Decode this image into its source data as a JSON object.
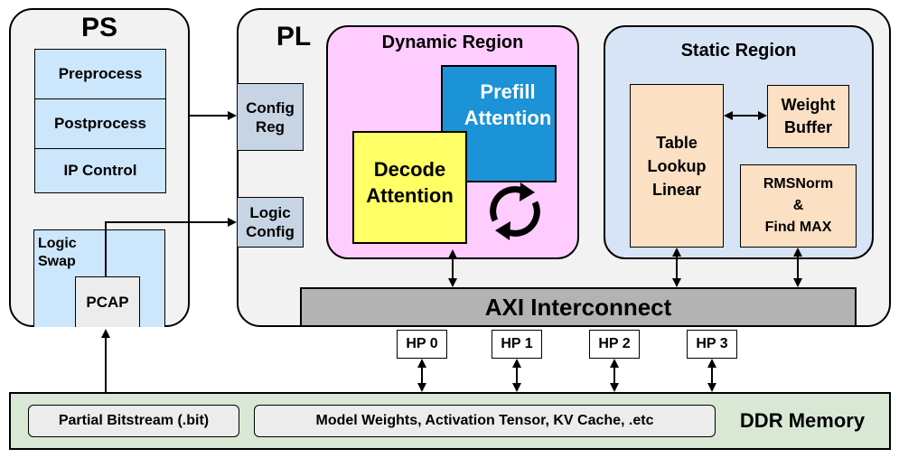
{
  "ps": {
    "title": "PS",
    "blocks": [
      "Preprocess",
      "Postprocess",
      "IP Control"
    ],
    "logic_swap": "Logic\nSwap",
    "pcap": "PCAP"
  },
  "pl": {
    "title": "PL",
    "config_reg": "Config\nReg",
    "logic_config": "Logic\nConfig"
  },
  "dynamic": {
    "title": "Dynamic Region",
    "prefill": "Prefill\nAttention",
    "decode": "Decode\nAttention"
  },
  "static": {
    "title": "Static Region",
    "table_lookup": "Table\nLookup\nLinear",
    "weight_buffer": "Weight\nBuffer",
    "rmsnorm": "RMSNorm\n&\nFind MAX"
  },
  "axi": {
    "label": "AXI Interconnect"
  },
  "hp_ports": [
    "HP 0",
    "HP 1",
    "HP 2",
    "HP 3"
  ],
  "ddr": {
    "label": "DDR Memory",
    "bitstream": "Partial Bitstream (.bit)",
    "model_data": "Model Weights, Activation Tensor, KV Cache, .etc"
  },
  "colors": {
    "ps_block": "#cce6fb",
    "pl_bg": "#f2f2f2",
    "dynamic_bg": "#ffccff",
    "static_bg": "#d6e4f5",
    "prefill": "#1b93d6",
    "decode": "#ffff66",
    "orange_block": "#fce0c4",
    "axi": "#b3b3b3",
    "ddr_bg": "#d9e8d4",
    "config_box": "#c7d4e4",
    "inner_gray": "#ececec"
  }
}
